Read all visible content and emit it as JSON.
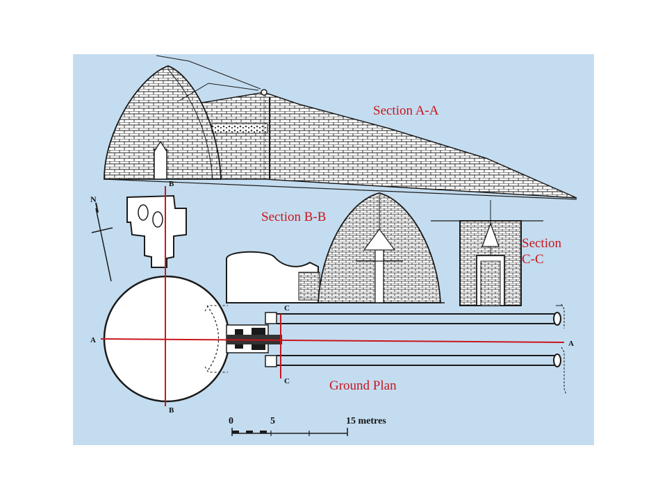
{
  "labels": {
    "section_aa": "Section A-A",
    "section_bb": "Section B-B",
    "section_cc_line1": "Section",
    "section_cc_line2": "C-C",
    "ground_plan": "Ground Plan"
  },
  "markers": {
    "a_left": "A",
    "a_right": "A",
    "b_top": "B",
    "b_bottom": "B",
    "c_top": "C",
    "c_bottom": "C",
    "north": "N"
  },
  "scale_bar": {
    "tick_0": "0",
    "tick_5": "5",
    "tick_15": "15 metres"
  },
  "colors": {
    "background": "#c4dcef",
    "section_line": "#c8161d",
    "ink": "#1a1a1a"
  }
}
